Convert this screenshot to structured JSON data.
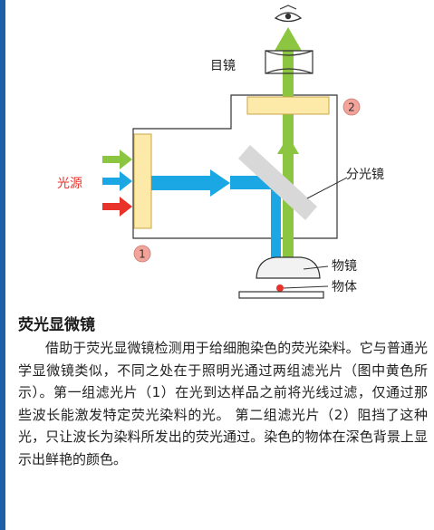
{
  "labels": {
    "light_source": "光源",
    "eyepiece": "目镜",
    "beam_splitter": "分光镜",
    "objective": "物镜",
    "specimen": "物体",
    "filter_1": "1",
    "filter_2": "2"
  },
  "article": {
    "title": "荧光显微镜",
    "body": "借助于荧光显微镜检测用于给细胞染色的荧光染料。它与普通光学显微镜类似，不同之处在于照明光通过两组滤光片（图中黄色所示）。第一组滤光片（1）在光到达样品之前将光线过滤，仅通过那些波长能激发特定荧光染料的光。 第二组滤光片（2）阻挡了这种光，只让波长为染料所发出的荧光通过。染色的物体在深色背景上显示出鲜艳的颜色。"
  },
  "colors": {
    "accent_bar": "#1f5fa8",
    "blue_light": "#1aa7e4",
    "green_light": "#8cc640",
    "red_light": "#e8322a",
    "filter_fill": "#fde9a8",
    "filter_stroke": "#c9a64a",
    "badge_fill": "#f2a39a",
    "light_source_label": "#e8322a"
  },
  "icons": {
    "eye": "eye-icon"
  }
}
